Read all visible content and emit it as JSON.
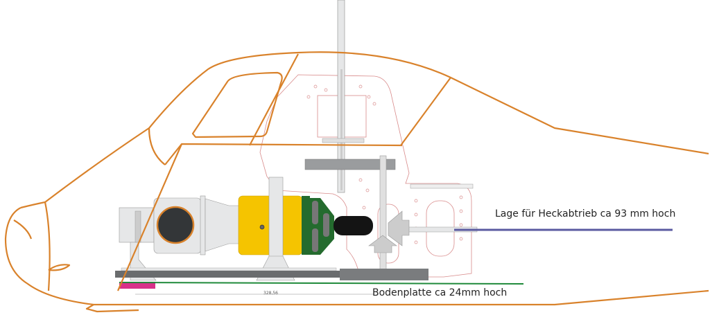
{
  "labels": {
    "tail_drive": "Lage für Heckabtrieb ca 93 mm hoch",
    "base_plate": "Bodenplatte ca 24mm hoch",
    "dimension": "328,56"
  },
  "colors": {
    "fuselage": "#d9822b",
    "engine_yellow": "#f5c400",
    "gearbox_green": "#246b2e",
    "shaft_black": "#141414",
    "plate_gray": "#6a6c6e",
    "frame_red": "#d88a8a",
    "base_line_green": "#1f8a3a",
    "tail_line_purple": "#5a5aa0",
    "pad_magenta": "#d9318a"
  }
}
